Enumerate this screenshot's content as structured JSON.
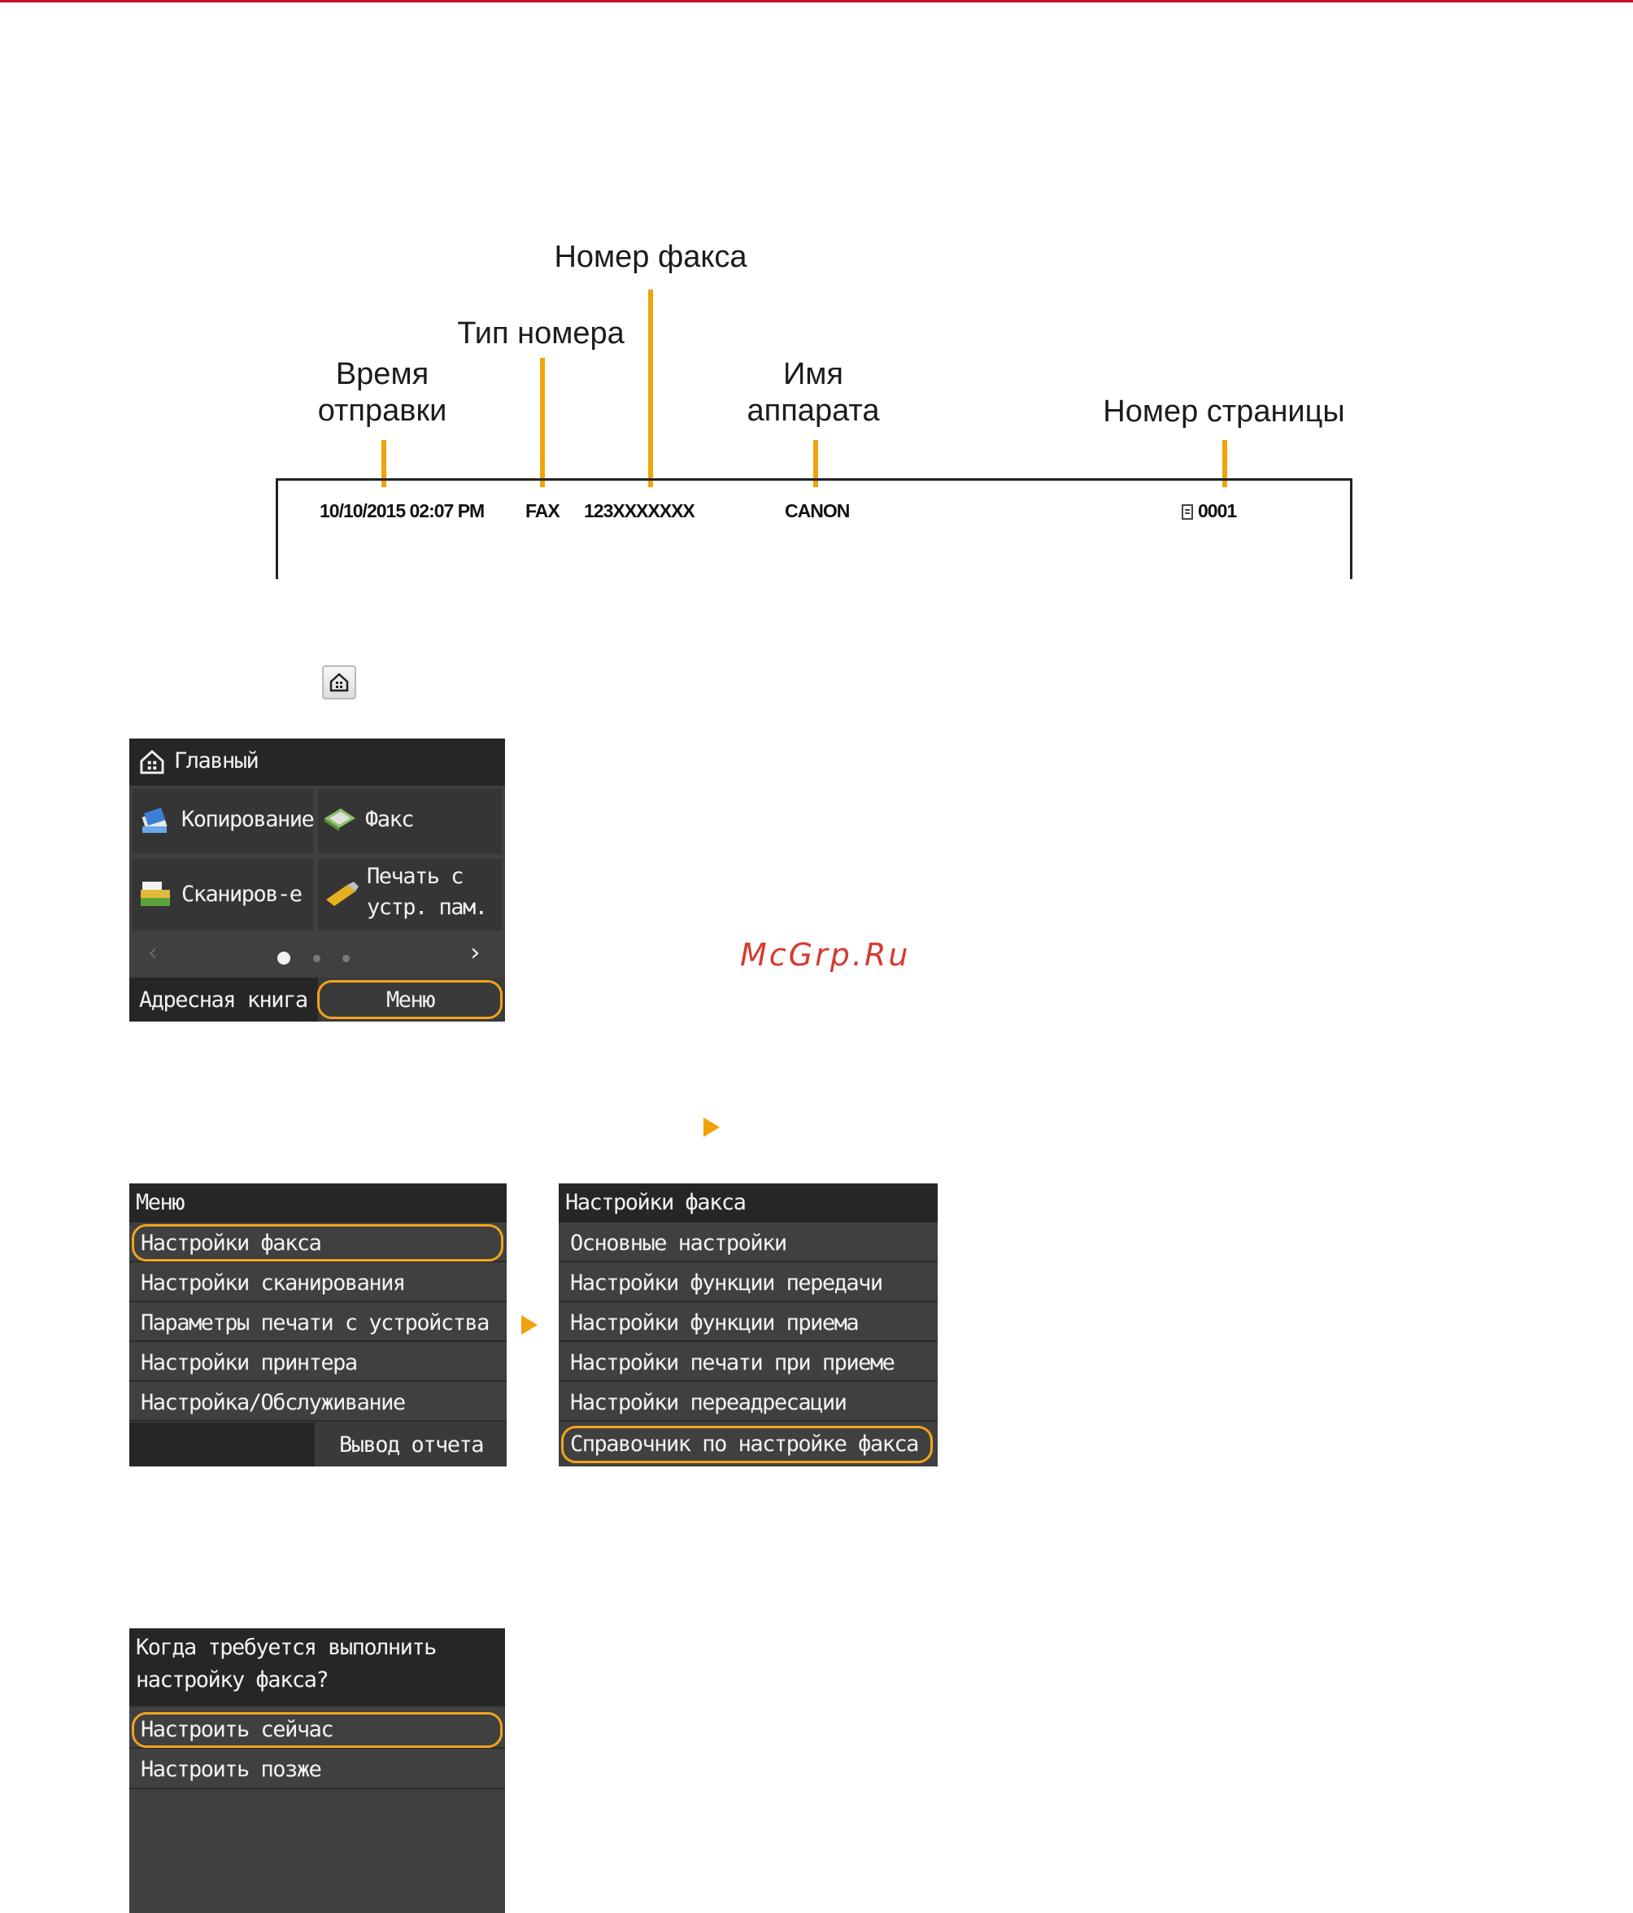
{
  "fax_header_diagram": {
    "callouts": {
      "send_time": [
        "Время",
        "отправки"
      ],
      "number_type": "Тип номера",
      "fax_number": "Номер факса",
      "device_name": [
        "Имя",
        "аппарата"
      ],
      "page_number": "Номер страницы"
    },
    "header_fields": {
      "datetime": "10/10/2015  02:07 PM",
      "type": "FAX",
      "number": "123XXXXXXX",
      "name": "CANON",
      "page": "0001"
    }
  },
  "home_screen": {
    "title": "Главный",
    "tiles": {
      "copy": "Копирование",
      "fax": "Факс",
      "scan": "Сканиров-е",
      "print_line1": "Печать с",
      "print_line2": "устр. пам."
    },
    "address_book": "Адресная книга",
    "menu": "Меню"
  },
  "menu_screen": {
    "title": "Меню",
    "items": [
      "Настройки факса",
      "Настройки сканирования",
      "Параметры печати с устройства",
      "Настройки принтера",
      "Настройка/Обслуживание"
    ],
    "report_output": "Вывод отчета"
  },
  "fax_settings_screen": {
    "title": "Настройки факса",
    "items": [
      "Основные настройки",
      "Настройки функции передачи",
      "Настройки функции приема",
      "Настройки печати при приеме",
      "Настройки переадресации",
      "Справочник по настройке факса"
    ]
  },
  "setup_screen": {
    "question_line1": "Когда требуется выполнить",
    "question_line2": "настройку факса?",
    "options": [
      "Настроить сейчас",
      "Настроить позже"
    ]
  },
  "watermark": "McGrp.Ru",
  "colors": {
    "accent": "#f0a30a",
    "top_rule": "#c8102e",
    "lcd_bg": "#404040",
    "watermark": "#d53b2f"
  }
}
